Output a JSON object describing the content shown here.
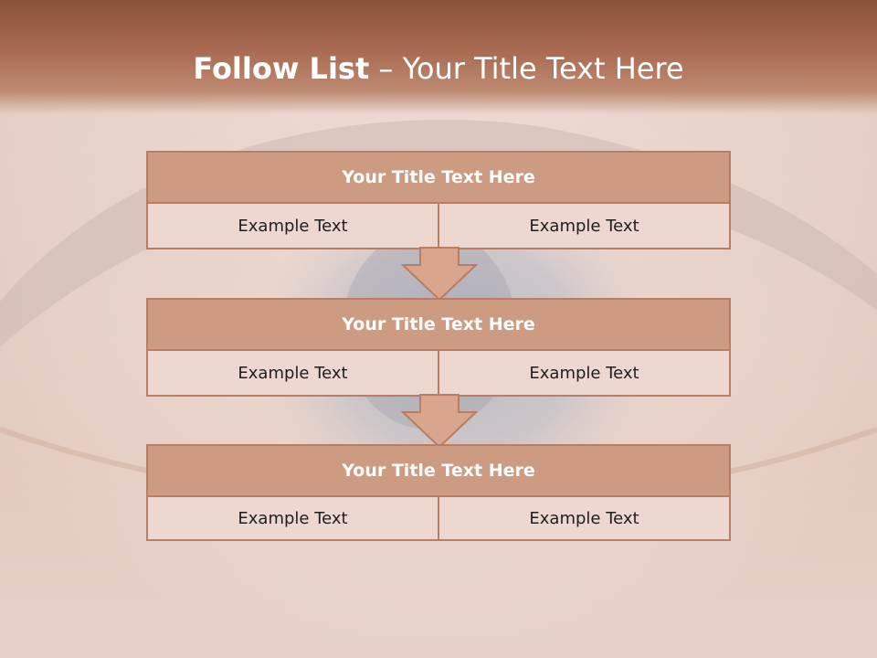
{
  "slide": {
    "title_bold": "Follow List",
    "title_rest": " – Your Title Text Here"
  },
  "blocks": [
    {
      "title": "Your Title Text Here",
      "left_text": "Example Text",
      "right_text": "Example Text"
    },
    {
      "title": "Your Title Text Here",
      "left_text": "Example Text",
      "right_text": "Example Text"
    },
    {
      "title": "Your Title Text Here",
      "left_text": "Example Text",
      "right_text": "Example Text"
    }
  ],
  "colors": {
    "header_band": "#a96b52",
    "block_header": "#cd9b82",
    "block_border": "#b87d62",
    "block_body": "#ecd7d1",
    "arrow": "#d9a58c"
  }
}
